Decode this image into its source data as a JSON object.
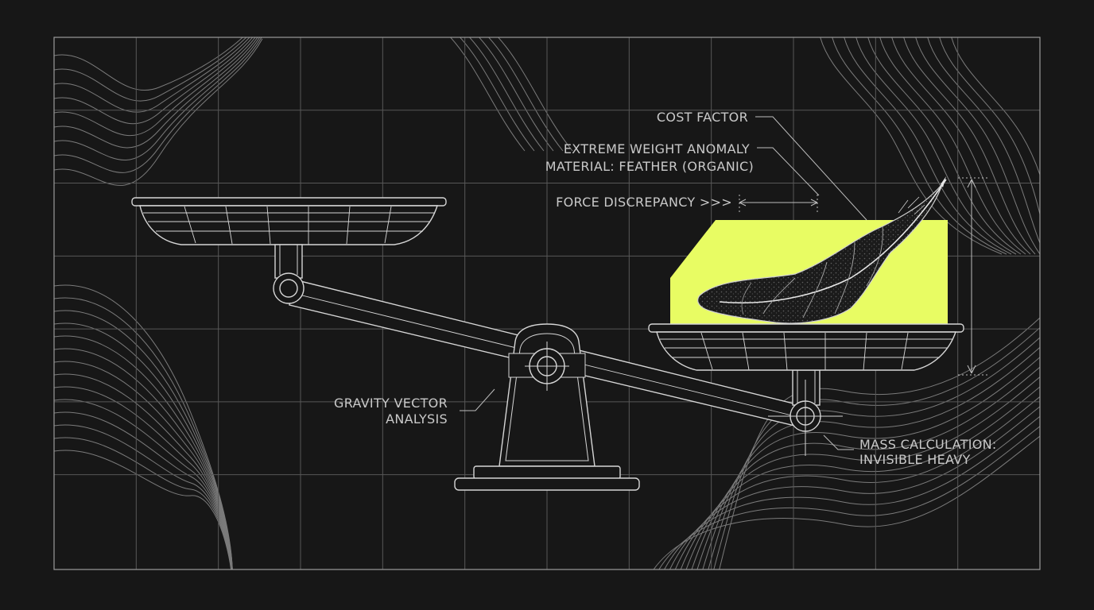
{
  "labels": {
    "cost_factor": "COST FACTOR",
    "weight_anomaly": "EXTREME WEIGHT ANOMALY",
    "material": "MATERIAL: FEATHER (ORGANIC)",
    "force_discrepancy": "FORCE DISCREPANCY >>>",
    "gravity_line1": "GRAVITY VECTOR",
    "gravity_line2": "ANALYSIS",
    "mass_line1": "MASS CALCULATION:",
    "mass_line2": "INVISIBLE HEAVY"
  },
  "colors": {
    "background": "#171717",
    "line": "#d6d6d6",
    "grid": "#5a5a5a",
    "highlight": "#e8fc63",
    "text": "#c9c9c9"
  },
  "icons": {
    "feather": "feather-icon",
    "scale": "balance-scale-icon"
  }
}
